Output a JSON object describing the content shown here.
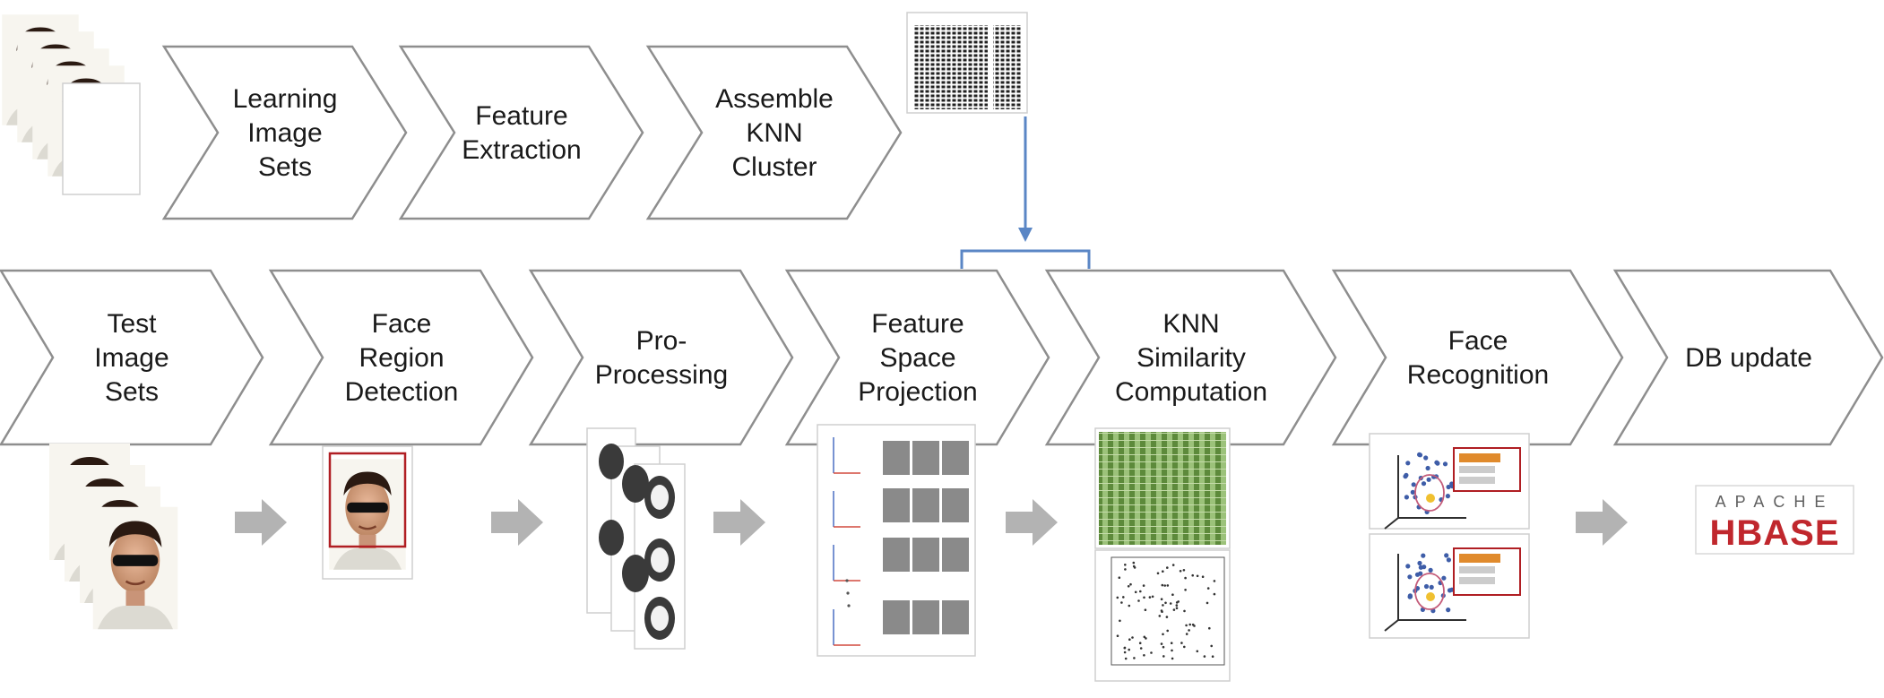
{
  "colors": {
    "chevron_stroke": "#8e8e8e",
    "flow_arrow": "#5a86c5",
    "gray_arrow": "#b3b3b3",
    "matrix_green": "#6f9a4a",
    "hbase_red": "#c0272d"
  },
  "learning_row": [
    {
      "id": "learning-image-sets",
      "lines": [
        "Learning",
        "Image",
        "Sets"
      ]
    },
    {
      "id": "feature-extraction",
      "lines": [
        "Feature",
        "Extraction"
      ]
    },
    {
      "id": "assemble-knn-cluster",
      "lines": [
        "Assemble",
        "KNN",
        "Cluster"
      ]
    }
  ],
  "test_row": [
    {
      "id": "test-image-sets",
      "lines": [
        "Test",
        "Image",
        "Sets"
      ]
    },
    {
      "id": "face-region-detection",
      "lines": [
        "Face",
        "Region",
        "Detection"
      ]
    },
    {
      "id": "pro-processing",
      "lines": [
        "Pro-",
        "Processing"
      ]
    },
    {
      "id": "feature-space-projection",
      "lines": [
        "Feature",
        "Space",
        "Projection"
      ]
    },
    {
      "id": "knn-similarity-computation",
      "lines": [
        "KNN",
        "Similarity",
        "Computation"
      ]
    },
    {
      "id": "face-recognition",
      "lines": [
        "Face",
        "Recognition"
      ]
    },
    {
      "id": "db-update",
      "lines": [
        "DB update"
      ]
    }
  ],
  "hbase_logo": {
    "top": "APACHE",
    "bottom": "HBASE"
  },
  "icons": [
    "face-photo-stack-icon",
    "data-matrix-icon",
    "face-detection-icon",
    "face-crops-icon",
    "feature-space-icon",
    "similarity-matrix-icon",
    "scatter-plot-icon",
    "recognition-result-icon",
    "hbase-logo-icon",
    "gray-arrow-icon"
  ]
}
